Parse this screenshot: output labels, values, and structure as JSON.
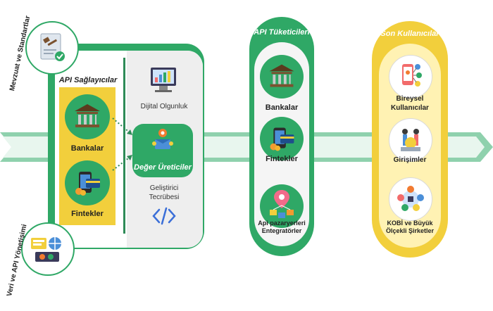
{
  "side_labels": {
    "top": "Mevzuat ve Standartlar",
    "bottom": "Veri ve API Yönetişimi"
  },
  "providers": {
    "title": "API Sağlayıcılar",
    "items": [
      {
        "label": "Bankalar",
        "icon": "bank-icon"
      },
      {
        "label": "Fintekler",
        "icon": "fintech-icon"
      }
    ]
  },
  "value_producers": {
    "top_label": "Dijital Olgunluk",
    "center_label": "Değer Üreticiler",
    "bottom_label_1": "Geliştirici",
    "bottom_label_2": "Tecrübesi",
    "code_icon": "code-icon"
  },
  "consumers": {
    "title": "API Tüketicileri",
    "items": [
      {
        "label": "Bankalar",
        "icon": "bank-icon"
      },
      {
        "label": "Fintekler",
        "icon": "fintech-icon"
      },
      {
        "label_1": "Api pazaryerleri",
        "label_2": "Entegratörler",
        "icon": "marketplace-icon"
      }
    ]
  },
  "end_users": {
    "title": "Son Kullanıcılar",
    "items": [
      {
        "label_1": "Bireysel",
        "label_2": "Kullanıcılar",
        "icon": "individual-user-icon"
      },
      {
        "label_1": "Girişimler",
        "label_2": "",
        "icon": "startup-icon"
      },
      {
        "label_1": "KOBİ ve Büyük",
        "label_2": "Ölçekli Şirketler",
        "icon": "company-icon"
      }
    ]
  },
  "colors": {
    "green": "#2fa866",
    "dark_green": "#2e8b57",
    "yellow": "#f2cf3c",
    "arrow": "#8fd1ad"
  }
}
